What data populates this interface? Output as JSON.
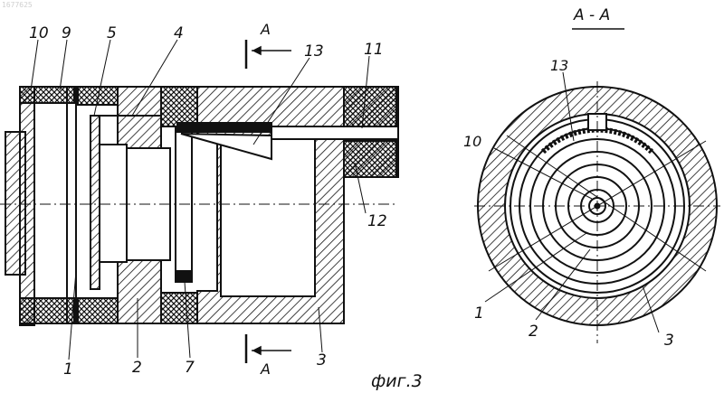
{
  "watermark": "1677625",
  "section_marker": "A",
  "section_title": "A - A",
  "figure_caption": "фиг.3",
  "part_labels": {
    "p10": "10",
    "p9": "9",
    "p5": "5",
    "p4": "4",
    "p13": "13",
    "p11": "11",
    "p12": "12",
    "p1": "1",
    "p2": "2",
    "p7": "7",
    "p3": "3"
  },
  "section_labels": {
    "s13": "13",
    "s10": "10",
    "s1": "1",
    "s2": "2",
    "s3": "3"
  },
  "colors": {
    "ink": "#111111",
    "paper": "#ffffff"
  }
}
